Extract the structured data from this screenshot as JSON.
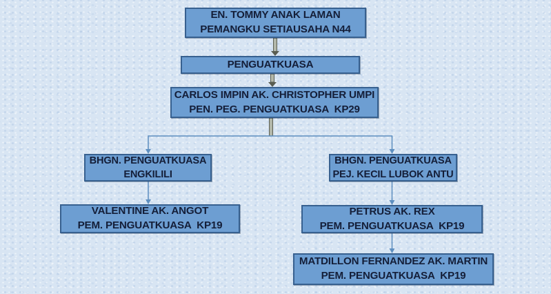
{
  "colors": {
    "background": "#d8e5f3",
    "box_fill": "#6d9ed2",
    "box_border": "#37608f",
    "box_text": "#141e38",
    "connector_gray_body": "#b3b8aa",
    "connector_gray_edge": "#5a5e52",
    "connector_blue": "#5e8fc0"
  },
  "org_chart": {
    "type": "org-tree",
    "nodes": [
      {
        "id": "secretary",
        "lines": [
          "EN. TOMMY ANAK LAMAN",
          "PEMANGKU SETIAUSAHA N44"
        ]
      },
      {
        "id": "unit",
        "lines": [
          "PENGUATKUASA",
          ""
        ]
      },
      {
        "id": "officer",
        "lines": [
          "CARLOS IMPIN AK. CHRISTOPHER UMPI",
          "PEN. PEG. PENGUATKUASA  KP29"
        ]
      },
      {
        "id": "branch-left",
        "lines": [
          "BHGN. PENGUATKUASA",
          "ENGKILILI"
        ]
      },
      {
        "id": "branch-right",
        "lines": [
          "BHGN. PENGUATKUASA",
          "PEJ. KECIL LUBOK ANTU"
        ]
      },
      {
        "id": "staff-left",
        "lines": [
          "VALENTINE AK. ANGOT",
          "PEM. PENGUATKUASA  KP19"
        ]
      },
      {
        "id": "staff-right",
        "lines": [
          "PETRUS AK. REX",
          "PEM. PENGUATKUASA  KP19"
        ]
      },
      {
        "id": "staff-right-2",
        "lines": [
          "MATDILLON FERNANDEZ AK. MARTIN",
          "PEM. PENGUATKUASA  KP19"
        ]
      }
    ],
    "edges": [
      "secretary->unit",
      "unit->officer",
      "officer->branch-left",
      "officer->branch-right",
      "branch-left->staff-left",
      "branch-right->staff-right",
      "staff-right->staff-right-2"
    ]
  }
}
